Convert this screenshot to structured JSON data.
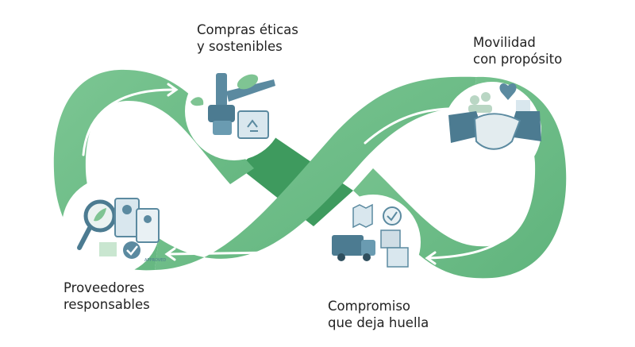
{
  "labels": {
    "compras": {
      "line1": "Compras éticas",
      "line2": "y sostenibles"
    },
    "movilidad": {
      "line1": "Movilidad",
      "line2": "con propósito"
    },
    "proveedores": {
      "line1": "Proveedores",
      "line2": "responsables"
    },
    "compromiso": {
      "line1": "Compromiso",
      "line2": "que deja huella"
    }
  },
  "icons": {
    "compras": "eco-tools-recycle-box-icon",
    "movilidad": "handshake-community-heart-icon",
    "proveedores": "magnifier-id-badge-approved-icon",
    "compromiso": "delivery-truck-map-boxes-icon"
  },
  "badges": {
    "approved": "APPROVED"
  },
  "colors": {
    "loop_green": "#6dbd86",
    "loop_dark": "#3e9a5e",
    "arrow": "#ffffff",
    "icon_blue": "#5b8aa0",
    "icon_green": "#7fc493",
    "text": "#222222"
  }
}
